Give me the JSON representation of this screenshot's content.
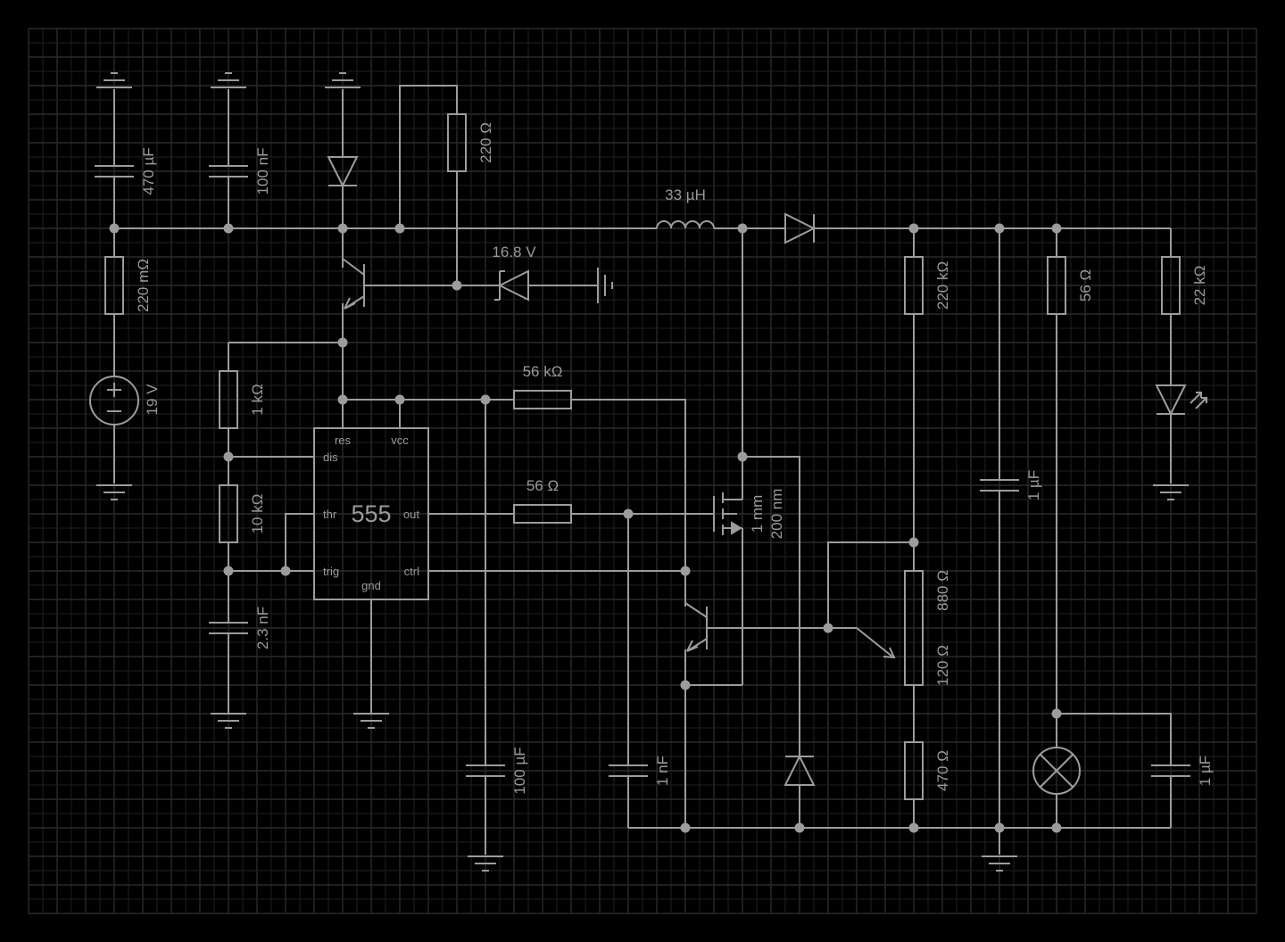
{
  "diagram": {
    "background": "#000000",
    "grid_color": "#262626",
    "wire_color": "#9c9c9c",
    "text_color": "#9a9a9a"
  },
  "labels": {
    "c1": "470 µF",
    "c2": "100 nF",
    "r_top": "220 Ω",
    "r_shunt": "220 mΩ",
    "source": "19 V",
    "inductor": "33 µH",
    "zener": "16.8 V",
    "r1k": "1 kΩ",
    "r10k": "10 kΩ",
    "c_timing": "2.3 nF",
    "r56k": "56 kΩ",
    "r56": "56 Ω",
    "mosfet_w": "1 mm",
    "mosfet_l": "200 nm",
    "c_bulk": "100 µF",
    "c_1n": "1 nF",
    "r220k": "220 kΩ",
    "pot_top": "880 Ω",
    "pot_bottom": "120 Ω",
    "r470": "470 Ω",
    "c_1u_a": "1 µF",
    "r56b": "56 Ω",
    "r22k": "22 kΩ",
    "c_1u_b": "1 µF"
  },
  "ic555": {
    "name": "555",
    "pins": {
      "res": "res",
      "vcc": "vcc",
      "dis": "dis",
      "thr": "thr",
      "out": "out",
      "trig": "trig",
      "ctrl": "ctrl",
      "gnd": "gnd"
    }
  }
}
